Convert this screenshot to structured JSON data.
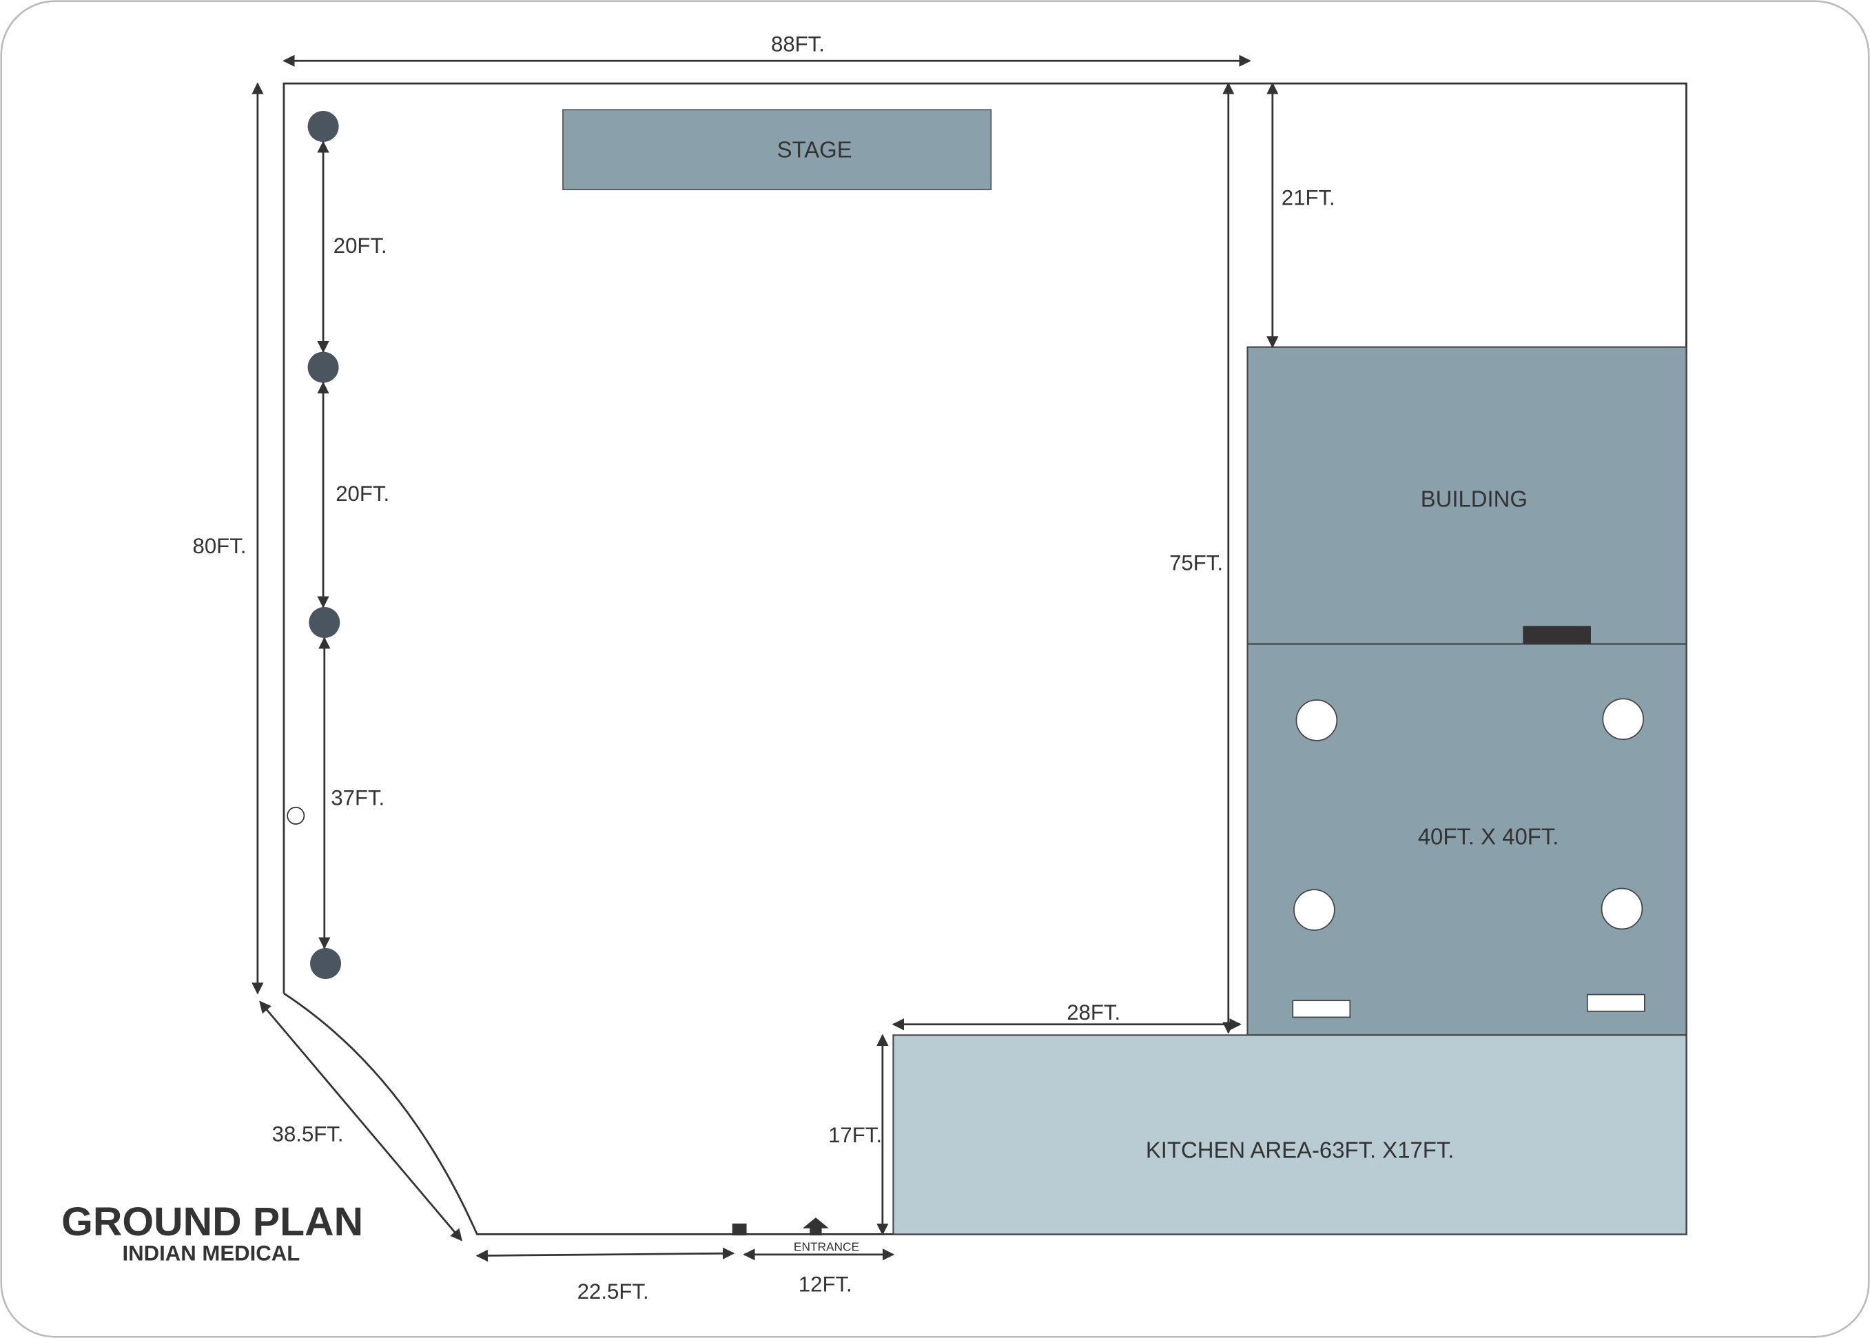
{
  "title": {
    "main": "GROUND PLAN",
    "sub": "INDIAN MEDICAL"
  },
  "areas": {
    "stage": "STAGE",
    "building": "BUILDING",
    "hall": "40FT. X 40FT.",
    "kitchen": "KITCHEN AREA-63FT. X17FT.",
    "entrance": "ENTRANCE"
  },
  "dimensions": {
    "top": "88FT.",
    "left": "80FT.",
    "pillar_1_2": "20FT.",
    "pillar_2_3": "20FT.",
    "pillar_3_4": "37FT.",
    "right_inner": "75FT.",
    "building_gap": "21FT.",
    "kitchen_top": "28FT.",
    "kitchen_side": "17FT.",
    "diagonal": "38.5FT.",
    "bottom_left": "22.5FT.",
    "entrance_width": "12FT."
  },
  "colors": {
    "stage": "#8aa0ab",
    "building": "#8aa0ab",
    "kitchen": "#b9cbd3",
    "pillar": "#4a5560",
    "line": "#333333"
  }
}
